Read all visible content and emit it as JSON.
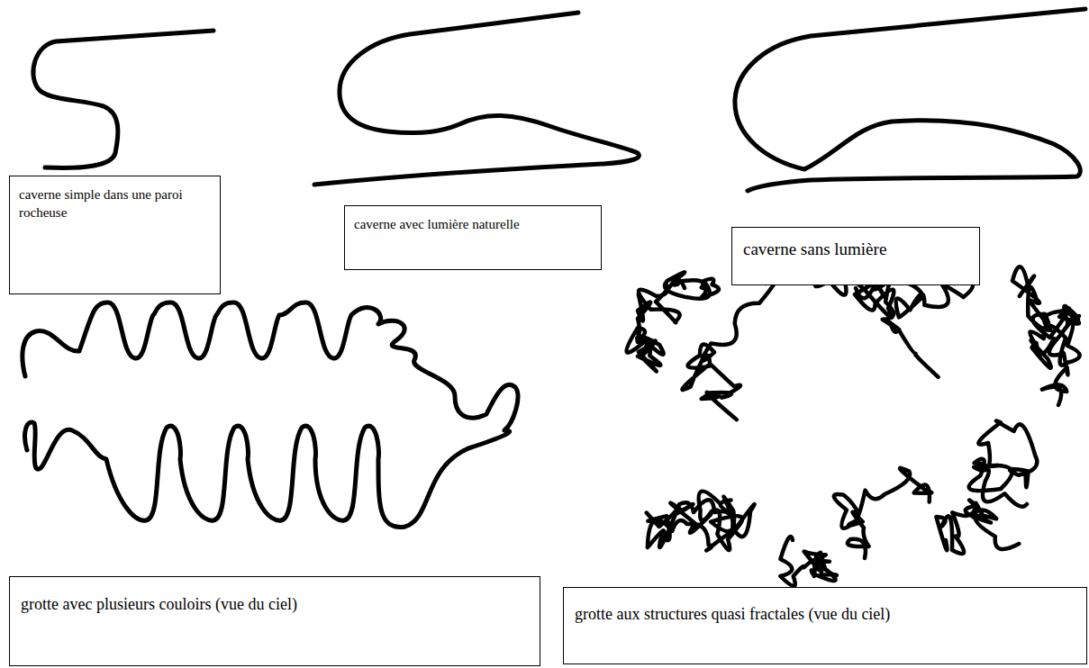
{
  "diagram": {
    "nodes": [
      {
        "text": [
          "caverne simple dans une paroi rocheuse"
        ]
      },
      {
        "text": [
          "caverne avec lumière naturelle"
        ]
      },
      {
        "text": [
          "caverne sans lumière"
        ]
      },
      {
        "text": [
          "grotte avec plusieurs couloirs (vue du ciel)"
        ]
      },
      {
        "text": [
          "grotte aux structures quasi fractales (vue du ciel)"
        ]
      }
    ]
  }
}
